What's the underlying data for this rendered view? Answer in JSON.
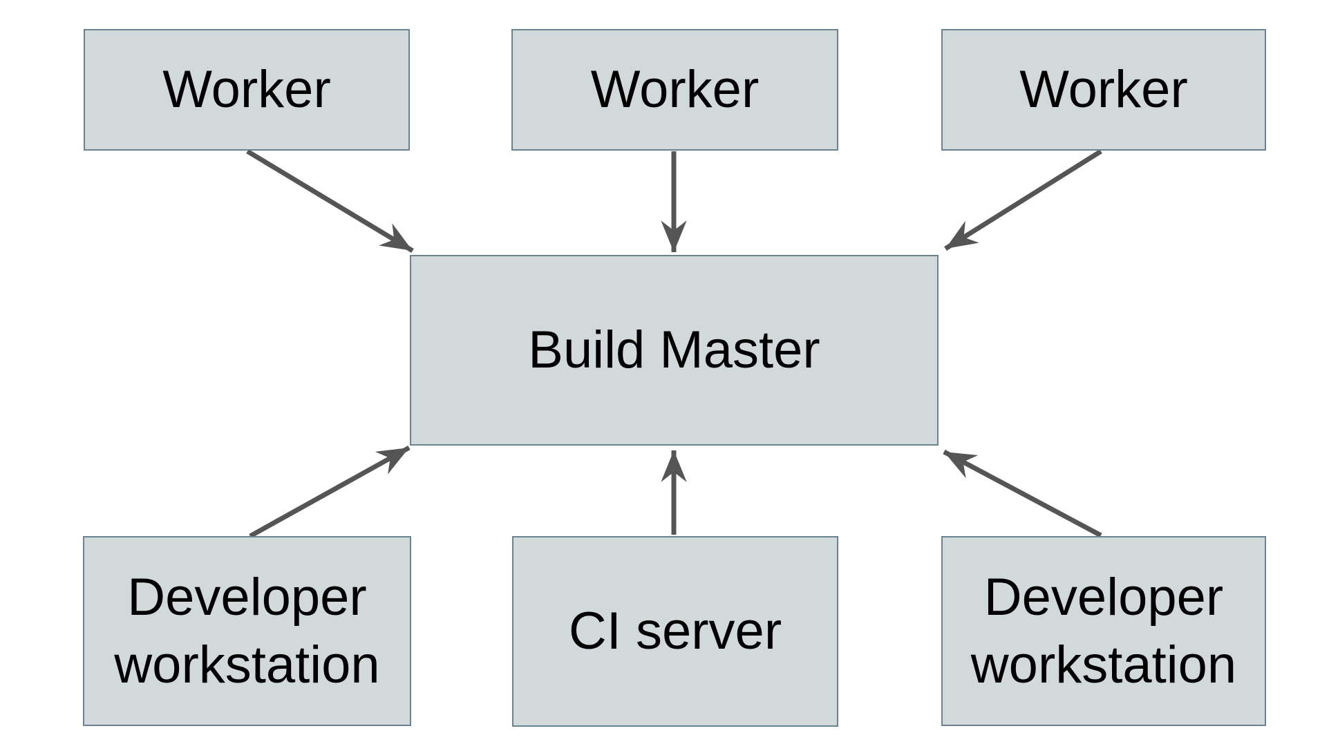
{
  "diagram": {
    "type": "architecture-diagram",
    "background_color": "#ffffff",
    "colors": {
      "node_fill": "#d2d9db",
      "node_border": "#68838f",
      "arrow": "#555555",
      "text": "#000000"
    },
    "nodes": {
      "worker_1": {
        "label": "Worker"
      },
      "worker_2": {
        "label": "Worker"
      },
      "worker_3": {
        "label": "Worker"
      },
      "build_master": {
        "label": "Build Master"
      },
      "dev_workstation_left": {
        "label": "Developer workstation"
      },
      "ci_server": {
        "label": "CI server"
      },
      "dev_workstation_right": {
        "label": "Developer workstation"
      }
    },
    "edges": [
      {
        "from": "worker_1",
        "to": "build_master"
      },
      {
        "from": "worker_2",
        "to": "build_master"
      },
      {
        "from": "worker_3",
        "to": "build_master"
      },
      {
        "from": "dev_workstation_left",
        "to": "build_master"
      },
      {
        "from": "ci_server",
        "to": "build_master"
      },
      {
        "from": "dev_workstation_right",
        "to": "build_master"
      }
    ]
  }
}
